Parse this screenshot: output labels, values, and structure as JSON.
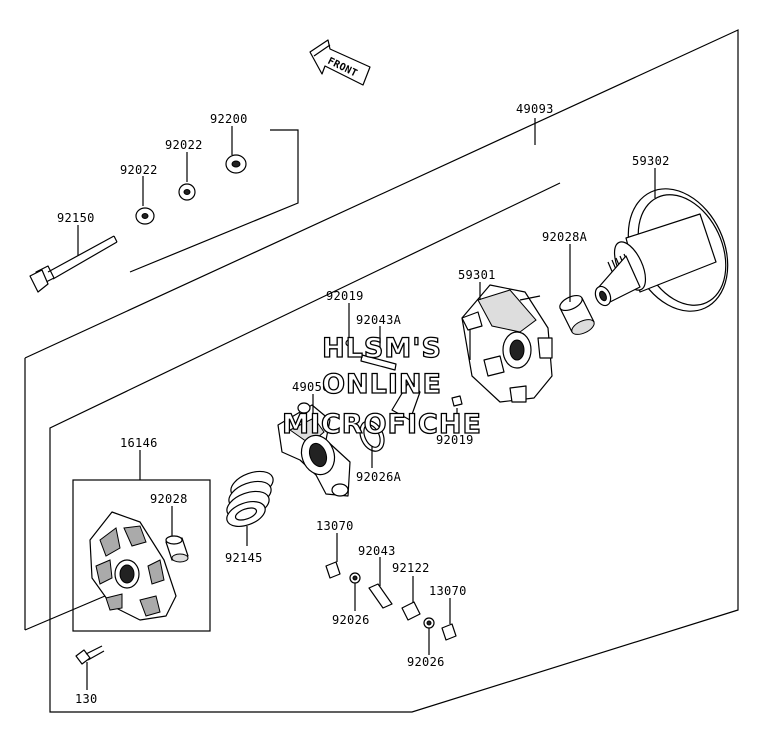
{
  "front_arrow": {
    "label": "FRONT"
  },
  "watermark": {
    "line1": "HLSM'S",
    "line2": "ONLINE",
    "line3": "MICROFICHE"
  },
  "parts": {
    "p49093": "49093",
    "p59302": "59302",
    "p92200": "92200",
    "p92022a": "92022",
    "p92022b": "92022",
    "p92150": "92150",
    "p59301": "59301",
    "p92028A": "92028A",
    "p92019a": "92019",
    "p92043A": "92043A",
    "p49050": "49050",
    "p92019b": "92019",
    "p92026A": "92026A",
    "p16146": "16146",
    "p92028": "92028",
    "p92145": "92145",
    "p13070a": "13070",
    "p92043": "92043",
    "p92122": "92122",
    "p13070b": "13070",
    "p92026a": "92026",
    "p92026b": "92026",
    "p130": "130"
  }
}
